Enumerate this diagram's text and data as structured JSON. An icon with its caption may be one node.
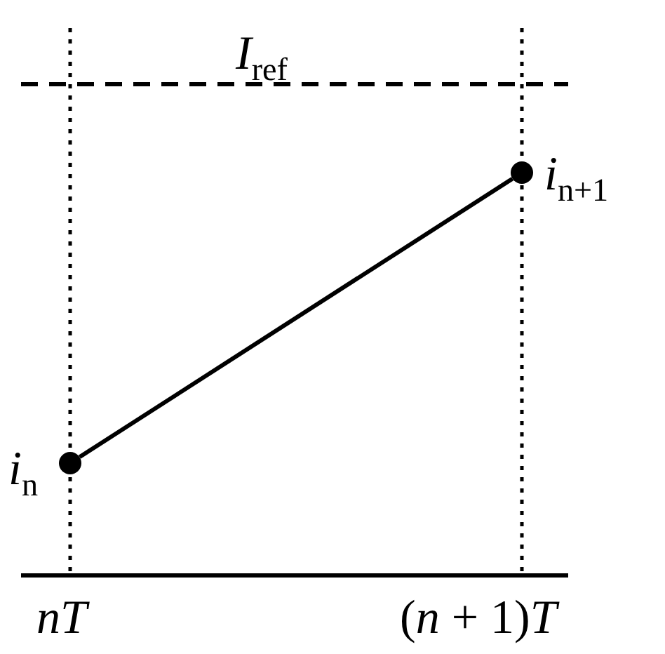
{
  "diagram": {
    "nodes": [
      {
        "text": [],
        "shape": "circle",
        "beside": [
          "*i*$_{n}$"
        ]
      },
      {
        "text": [],
        "shape": "circle",
        "beside": [
          "*i*$_{n+1}$"
        ]
      }
    ],
    "edges": [
      {
        "from": 0,
        "to": 1,
        "arrow": "none"
      }
    ],
    "labels": [
      "*I*$_{ref}$",
      "*nT*",
      "(*n* + 1)*T*"
    ]
  }
}
